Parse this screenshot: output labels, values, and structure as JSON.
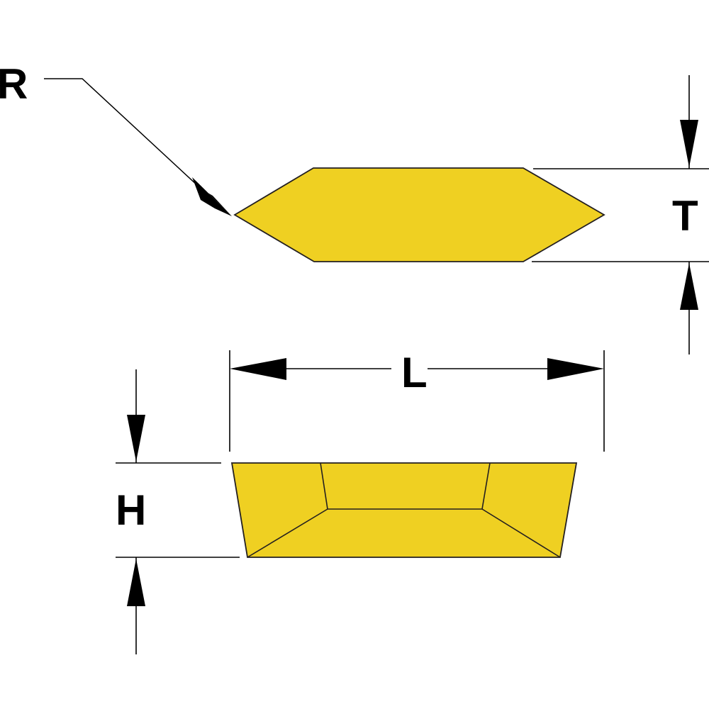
{
  "drawing": {
    "title": "Cutting insert dimension drawing",
    "background_color": "#ffffff",
    "part_fill_color": "#EFD022",
    "part_stroke_color": "#231f20",
    "line_color": "#000000",
    "labels": {
      "radius": "R",
      "thickness": "T",
      "length": "L",
      "height": "H"
    },
    "views": [
      {
        "name": "top-view",
        "description": "Hexagonal profile of insert seen from above",
        "shape": "hexagon",
        "dimensions_shown": [
          "R",
          "T"
        ]
      },
      {
        "name": "front-view",
        "description": "Trapezoidal profile of insert seen from front",
        "shape": "trapezoid",
        "dimensions_shown": [
          "L",
          "H"
        ]
      }
    ],
    "callouts": [
      {
        "label": "R",
        "kind": "leader",
        "points_to": "left corner radius of hexagonal top view"
      },
      {
        "label": "T",
        "kind": "vertical-dimension",
        "measures": "thickness of hexagonal top view"
      },
      {
        "label": "L",
        "kind": "horizontal-dimension",
        "measures": "overall length of front view"
      },
      {
        "label": "H",
        "kind": "vertical-dimension",
        "measures": "overall height of front view"
      }
    ]
  }
}
